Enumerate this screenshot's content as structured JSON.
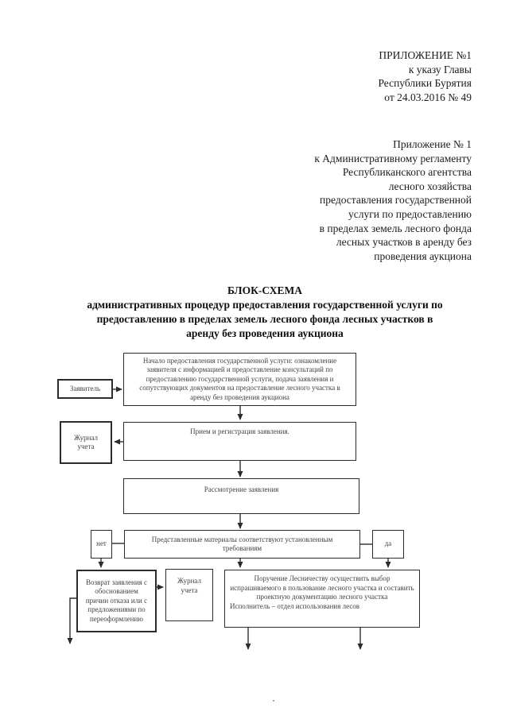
{
  "document": {
    "appendix_header": {
      "lines": [
        "ПРИЛОЖЕНИЕ №1",
        "к указу Главы",
        "Республики Бурятия",
        "от 24.03.2016 № 49"
      ]
    },
    "regulation_header": {
      "lines": [
        "Приложение № 1",
        "к Административному регламенту",
        "Республиканского агентства",
        "лесного хозяйства",
        "предоставления государственной",
        "услуги по предоставлению",
        "в пределах земель лесного фонда",
        "лесных участков в аренду без",
        "проведения аукциона"
      ]
    },
    "title": {
      "lines": [
        "БЛОК-СХЕМА",
        "административных процедур предоставления государственной услуги по",
        "предоставлению в пределах земель лесного фонда лесных участков в",
        "аренду без проведения аукциона"
      ]
    }
  },
  "flowchart": {
    "applicant": "Заявитель",
    "start": "Начало предоставления государственной услуги: ознакомление заявителя с информацией и предоставление консультаций по предоставлению государственной услуги, подача заявления и сопутствующих документов на предоставление лесного участка в аренду без проведения аукциона",
    "log_book_1": "Журнал учета",
    "reception": "Прием и регистрация заявления.",
    "review": "Рассмотрение заявления",
    "no_label": "нет",
    "decision": "Представленные материалы соответствуют установленным требованиям",
    "yes_label": "да",
    "return_application": "Возврат заявления с обоснованием причин отказа или с предложениями по переоформлению",
    "log_book_2": "Журнал учета",
    "assignment": "Поручение Лесничеству осуществить выбор испрашиваемого в пользование лесного участка и составить проектную документацию лесного участка",
    "assignment_executor": "Исполнитель – отдел использования лесов"
  },
  "colors": {
    "background": "#ffffff",
    "border": "#2c2c2c",
    "node_text": "#424242",
    "heading_text": "#1b1b1b"
  }
}
